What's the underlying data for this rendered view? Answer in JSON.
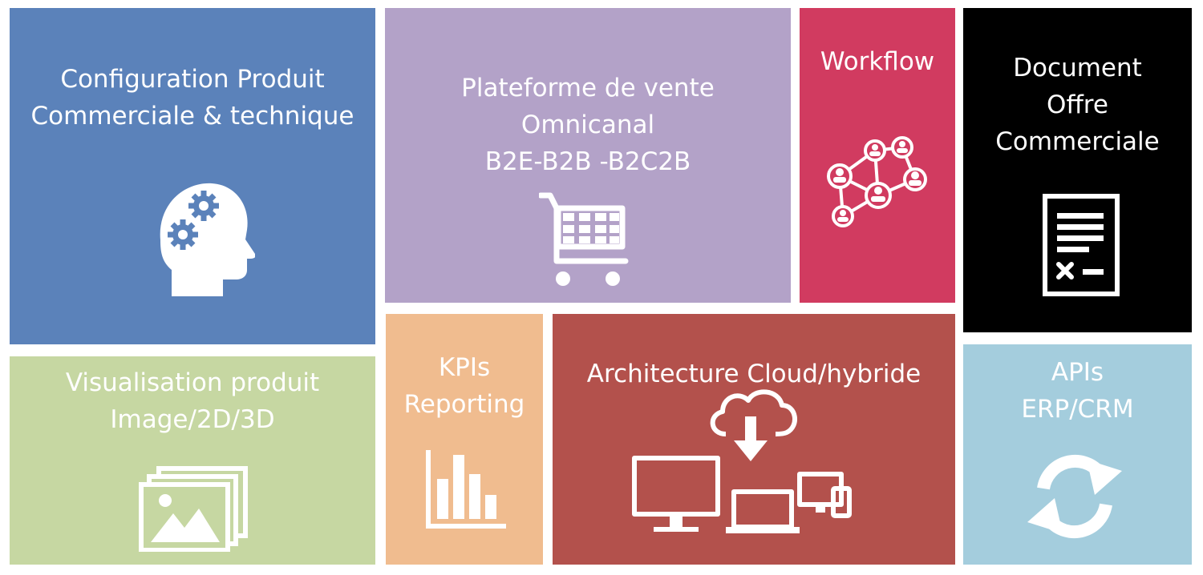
{
  "tiles": {
    "configuration": {
      "color": "#5b82ba",
      "lines": [
        "Configuration Produit",
        "Commerciale & technique"
      ],
      "icon": "head-gears-icon"
    },
    "platform": {
      "color": "#b3a2c8",
      "lines": [
        "Plateforme de vente",
        "Omnicanal",
        "B2E-B2B -B2C2B"
      ],
      "icon": "shopping-cart-icon"
    },
    "workflow": {
      "color": "#d13b60",
      "lines": [
        "Workflow"
      ],
      "icon": "network-people-icon"
    },
    "document": {
      "color": "#000000",
      "lines": [
        "Document",
        "Offre",
        "Commerciale"
      ],
      "icon": "document-icon"
    },
    "visualisation": {
      "color": "#c6d7a2",
      "lines": [
        "Visualisation produit",
        "Image/2D/3D"
      ],
      "icon": "images-icon"
    },
    "kpi": {
      "color": "#f0bc8f",
      "lines": [
        "KPIs",
        "Reporting"
      ],
      "icon": "bar-chart-icon"
    },
    "architecture": {
      "color": "#b3514c",
      "lines": [
        "Architecture Cloud/hybride"
      ],
      "icon": "cloud-devices-icon"
    },
    "apis": {
      "color": "#a4cddd",
      "lines": [
        "APIs",
        "ERP/CRM"
      ],
      "icon": "sync-arrows-icon"
    }
  }
}
